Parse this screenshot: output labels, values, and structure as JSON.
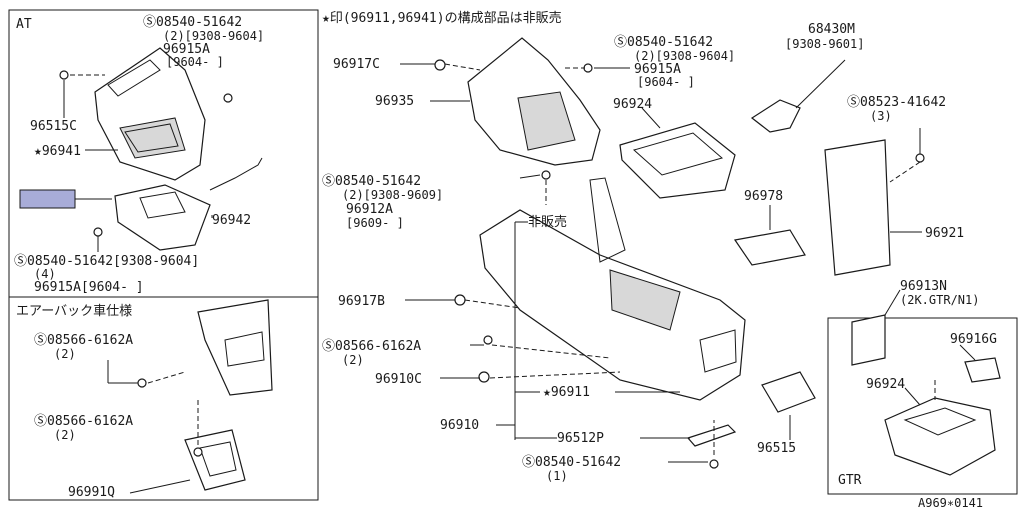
{
  "note": "★印(96911,96941)の構成部品は非販売",
  "diagram_code": "A969∗0141",
  "inset_at": {
    "title": "AT",
    "part_screw": "Ⓢ08540-51642",
    "screw_qty_range": "(2)[9308-9604]",
    "part_96915a": "96915A",
    "part_96915a_range": "[9604-     ]",
    "part_96515c": "96515C",
    "part_96941": "★96941",
    "part_96942": "96942",
    "screw_bottom": "Ⓢ08540-51642[9308-9604]",
    "screw_bottom_qty": "(4)",
    "part_96915a_bottom": "96915A[9604-     ]"
  },
  "inset_airbag": {
    "title": "エアーバック車仕様",
    "screw_1": "Ⓢ08566-6162A",
    "screw_1_qty": "(2)",
    "screw_2": "Ⓢ08566-6162A",
    "screw_2_qty": "(2)",
    "part_96991q": "96991Q"
  },
  "inset_gtr": {
    "title": "GTR",
    "part_96916g": "96916G",
    "part_96924": "96924"
  },
  "main": {
    "p_96917c": "96917C",
    "p_96935": "96935",
    "p_screw_top": "Ⓢ08540-51642",
    "p_screw_top_range": "(2)[9308-9604]",
    "p_96915a": "96915A",
    "p_96915a_range": "[9604-     ]",
    "p_68430m": "68430M",
    "p_68430m_range": "[9308-9601]",
    "p_96924": "96924",
    "p_screw_08523": "Ⓢ08523-41642",
    "p_screw_08523_qty": "(3)",
    "p_screw_mid": "Ⓢ08540-51642",
    "p_screw_mid_range": "(2)[9308-9609]",
    "p_96912a": "96912A",
    "p_96912a_range": "[9609-     ]",
    "p_hihanbai": "非販売",
    "p_96978": "96978",
    "p_96921": "96921",
    "p_96917b": "96917B",
    "p_96913n": "96913N",
    "p_96913n_note": "(2K.GTR/N1)",
    "p_screw_08566": "Ⓢ08566-6162A",
    "p_screw_08566_qty": "(2)",
    "p_96910c": "96910C",
    "p_96911": "★96911",
    "p_96910": "96910",
    "p_96512p": "96512P",
    "p_screw_bottom": "Ⓢ08540-51642",
    "p_screw_bottom_qty": "(1)",
    "p_96515": "96515"
  },
  "colors": {
    "highlight": "#a8acd8",
    "ink": "#1a1a1a"
  }
}
